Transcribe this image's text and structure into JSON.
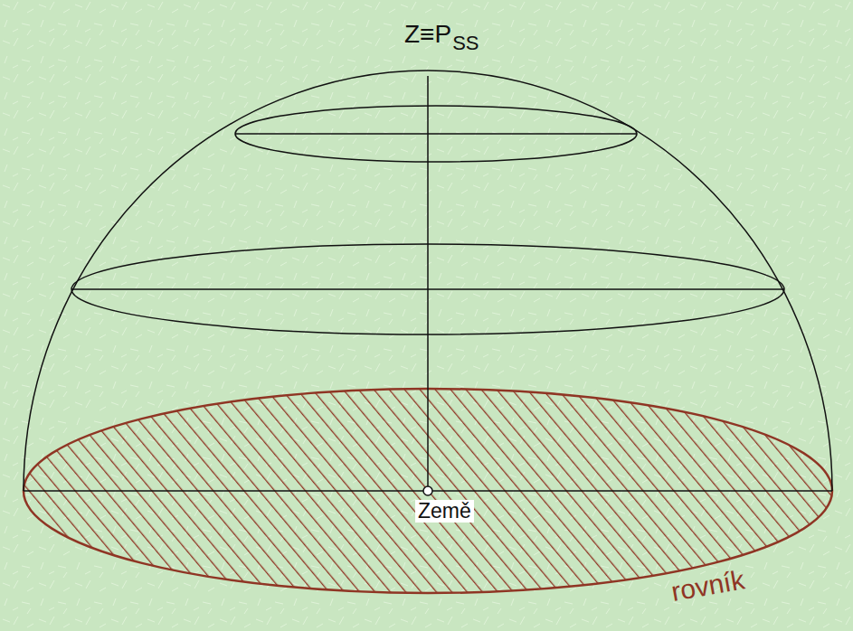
{
  "diagram": {
    "labels": [
      "Z≡P",
      "SS",
      "Země",
      "rovník"
    ]
  }
}
